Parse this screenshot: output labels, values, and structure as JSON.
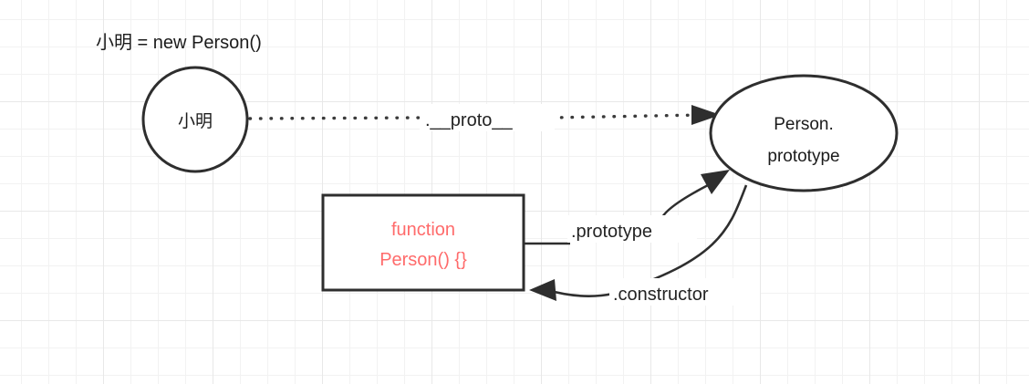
{
  "diagram": {
    "caption": "小明 = new Person()",
    "nodes": {
      "instance": {
        "label": "小明",
        "shape": "circle"
      },
      "prototype": {
        "line1": "Person.",
        "line2": "prototype",
        "shape": "ellipse"
      },
      "constructor_fn": {
        "line1": "function",
        "line2": "Person() {}",
        "shape": "rectangle",
        "color": "#ff6b6b"
      }
    },
    "edges": {
      "proto": {
        "label": ".__proto__",
        "style": "dotted",
        "from": "instance",
        "to": "prototype"
      },
      "prototype_ref": {
        "label": ".prototype",
        "style": "solid",
        "from": "constructor_fn",
        "to": "prototype"
      },
      "constructor_ref": {
        "label": ".constructor",
        "style": "solid",
        "from": "prototype",
        "to": "constructor_fn"
      }
    },
    "colors": {
      "stroke": "#2e2e2e",
      "text": "#1b1b1b",
      "code": "#ff6b6b",
      "grid_minor": "#f2f2f2",
      "grid_major": "#e8e8e8"
    }
  }
}
